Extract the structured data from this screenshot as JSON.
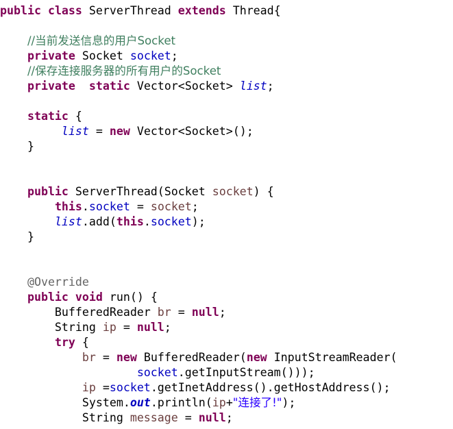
{
  "editor": {
    "language": "java",
    "colors": {
      "keyword": "#7f0055",
      "comment": "#3f7f5f",
      "field": "#0000c0",
      "local_variable": "#6a3e3e",
      "annotation": "#646464",
      "string": "#2a00ff",
      "plain": "#000000",
      "background": "#ffffff"
    },
    "lines": [
      [
        [
          "kw",
          "public"
        ],
        [
          "pl",
          " "
        ],
        [
          "kw",
          "class"
        ],
        [
          "pl",
          " ServerThread "
        ],
        [
          "kw",
          "extends"
        ],
        [
          "pl",
          " Thread{"
        ]
      ],
      [],
      [
        [
          "pl",
          "    "
        ],
        [
          "cm",
          "//当前发送信息的用户Socket"
        ]
      ],
      [
        [
          "pl",
          "    "
        ],
        [
          "kw",
          "private"
        ],
        [
          "pl",
          " Socket "
        ],
        [
          "fld",
          "socket"
        ],
        [
          "pl",
          ";"
        ]
      ],
      [
        [
          "pl",
          "    "
        ],
        [
          "cm",
          "//保存连接服务器的所有用户的Socket"
        ]
      ],
      [
        [
          "pl",
          "    "
        ],
        [
          "kw",
          "private"
        ],
        [
          "pl",
          "  "
        ],
        [
          "kw",
          "static"
        ],
        [
          "pl",
          " Vector<Socket> "
        ],
        [
          "sfld",
          "list"
        ],
        [
          "pl",
          ";"
        ]
      ],
      [],
      [
        [
          "pl",
          "    "
        ],
        [
          "kw",
          "static"
        ],
        [
          "pl",
          " {"
        ]
      ],
      [
        [
          "pl",
          "         "
        ],
        [
          "sfld",
          "list"
        ],
        [
          "pl",
          " = "
        ],
        [
          "kw",
          "new"
        ],
        [
          "pl",
          " Vector<Socket>();"
        ]
      ],
      [
        [
          "pl",
          "    }"
        ]
      ],
      [],
      [],
      [
        [
          "pl",
          "    "
        ],
        [
          "kw",
          "public"
        ],
        [
          "pl",
          " ServerThread(Socket "
        ],
        [
          "var",
          "socket"
        ],
        [
          "pl",
          ") {"
        ]
      ],
      [
        [
          "pl",
          "        "
        ],
        [
          "kw",
          "this"
        ],
        [
          "pl",
          "."
        ],
        [
          "fld",
          "socket"
        ],
        [
          "pl",
          " = "
        ],
        [
          "var",
          "socket"
        ],
        [
          "pl",
          ";"
        ]
      ],
      [
        [
          "pl",
          "        "
        ],
        [
          "sfld",
          "list"
        ],
        [
          "pl",
          ".add("
        ],
        [
          "kw",
          "this"
        ],
        [
          "pl",
          "."
        ],
        [
          "fld",
          "socket"
        ],
        [
          "pl",
          ");"
        ]
      ],
      [
        [
          "pl",
          "    }"
        ]
      ],
      [],
      [],
      [
        [
          "pl",
          "    "
        ],
        [
          "ann",
          "@Override"
        ]
      ],
      [
        [
          "pl",
          "    "
        ],
        [
          "kw",
          "public"
        ],
        [
          "pl",
          " "
        ],
        [
          "kw",
          "void"
        ],
        [
          "pl",
          " run() {"
        ]
      ],
      [
        [
          "pl",
          "        BufferedReader "
        ],
        [
          "var",
          "br"
        ],
        [
          "pl",
          " = "
        ],
        [
          "kw",
          "null"
        ],
        [
          "pl",
          ";"
        ]
      ],
      [
        [
          "pl",
          "        String "
        ],
        [
          "var",
          "ip"
        ],
        [
          "pl",
          " = "
        ],
        [
          "kw",
          "null"
        ],
        [
          "pl",
          ";"
        ]
      ],
      [
        [
          "pl",
          "        "
        ],
        [
          "kw",
          "try"
        ],
        [
          "pl",
          " {"
        ]
      ],
      [
        [
          "pl",
          "            "
        ],
        [
          "var",
          "br"
        ],
        [
          "pl",
          " = "
        ],
        [
          "kw",
          "new"
        ],
        [
          "pl",
          " BufferedReader("
        ],
        [
          "kw",
          "new"
        ],
        [
          "pl",
          " InputStreamReader("
        ]
      ],
      [
        [
          "pl",
          "                    "
        ],
        [
          "fld",
          "socket"
        ],
        [
          "pl",
          ".getInputStream()));"
        ]
      ],
      [
        [
          "pl",
          "            "
        ],
        [
          "var",
          "ip"
        ],
        [
          "pl",
          " ="
        ],
        [
          "fld",
          "socket"
        ],
        [
          "pl",
          ".getInetAddress().getHostAddress();"
        ]
      ],
      [
        [
          "pl",
          "            System."
        ],
        [
          "sfldb",
          "out"
        ],
        [
          "pl",
          ".println("
        ],
        [
          "var",
          "ip"
        ],
        [
          "pl",
          "+"
        ],
        [
          "str",
          "\"连接了!\""
        ],
        [
          "pl",
          ");"
        ]
      ],
      [
        [
          "pl",
          "            String "
        ],
        [
          "var",
          "message"
        ],
        [
          "pl",
          " = "
        ],
        [
          "kw",
          "null"
        ],
        [
          "pl",
          ";"
        ]
      ]
    ]
  }
}
